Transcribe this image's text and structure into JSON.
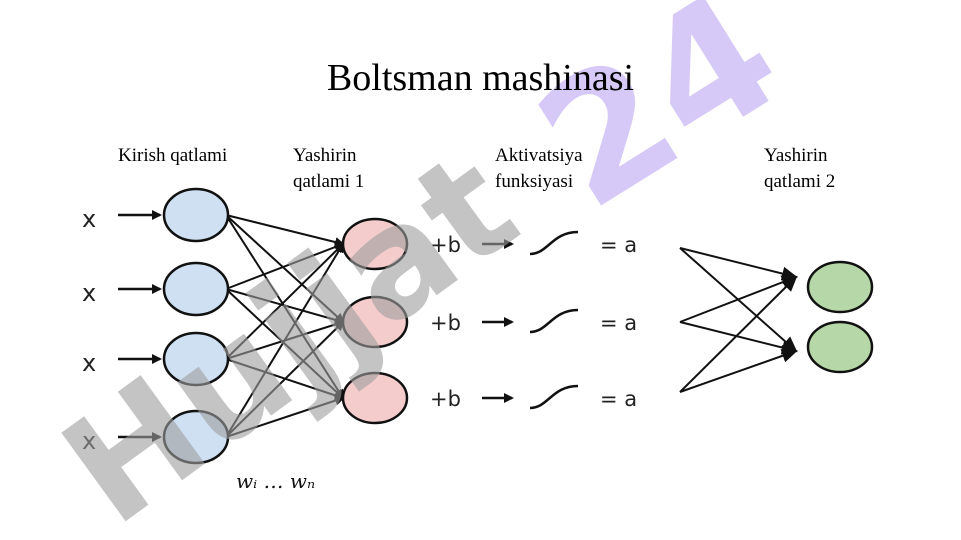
{
  "title": "Boltsman mashinasi",
  "labels": {
    "input_layer": "Kirish qatlami",
    "hidden_layer_1": [
      "Yashirin",
      "qatlami 1"
    ],
    "activation": [
      "Aktivatsiya",
      "funksiyasi"
    ],
    "hidden_layer_2": [
      "Yashirin",
      "qatlami 2"
    ]
  },
  "diagram": {
    "input_symbol": "x",
    "bias_label": "+b",
    "output_label": "= a",
    "weights_label": "wᵢ … wₙ",
    "colors": {
      "input_node": "#cfe0f3",
      "hidden1_node": "#f4cccc",
      "hidden2_node": "#b6d7a8",
      "stroke": "#111111"
    }
  },
  "watermark": {
    "text_a": "24",
    "text_b": "Hujjat",
    "color_a": "#c9b8f5",
    "color_b": "#9e9e9e"
  }
}
